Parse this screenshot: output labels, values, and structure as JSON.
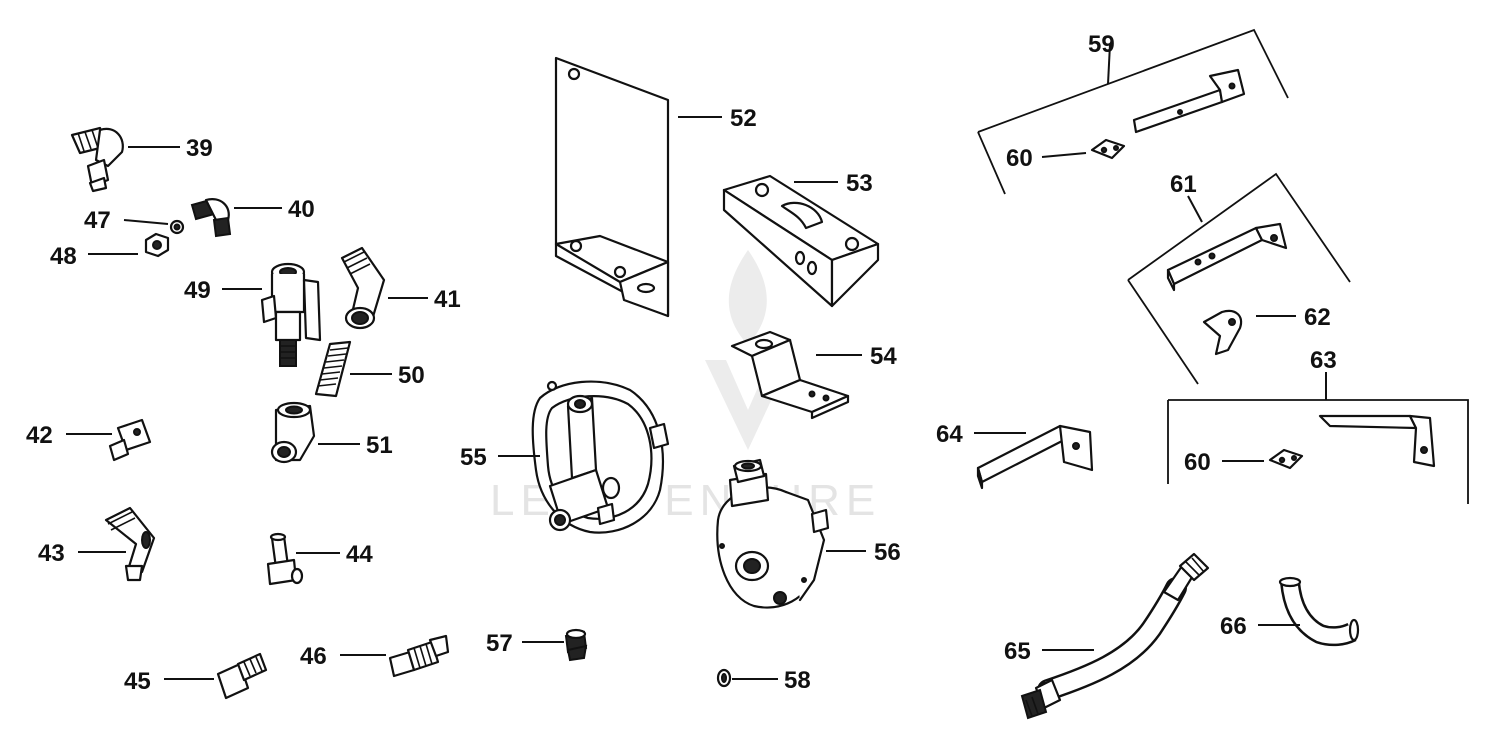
{
  "watermark": {
    "text": "LEADVENTURE"
  },
  "callouts": {
    "c39": "39",
    "c40": "40",
    "c41": "41",
    "c42": "42",
    "c43": "43",
    "c44": "44",
    "c45": "45",
    "c46": "46",
    "c47": "47",
    "c48": "48",
    "c49": "49",
    "c50": "50",
    "c51": "51",
    "c52": "52",
    "c53": "53",
    "c54": "54",
    "c55": "55",
    "c56": "56",
    "c57": "57",
    "c58": "58",
    "c59": "59",
    "c60a": "60",
    "c60b": "60",
    "c61": "61",
    "c62": "62",
    "c63": "63",
    "c64": "64",
    "c65": "65",
    "c66": "66"
  }
}
